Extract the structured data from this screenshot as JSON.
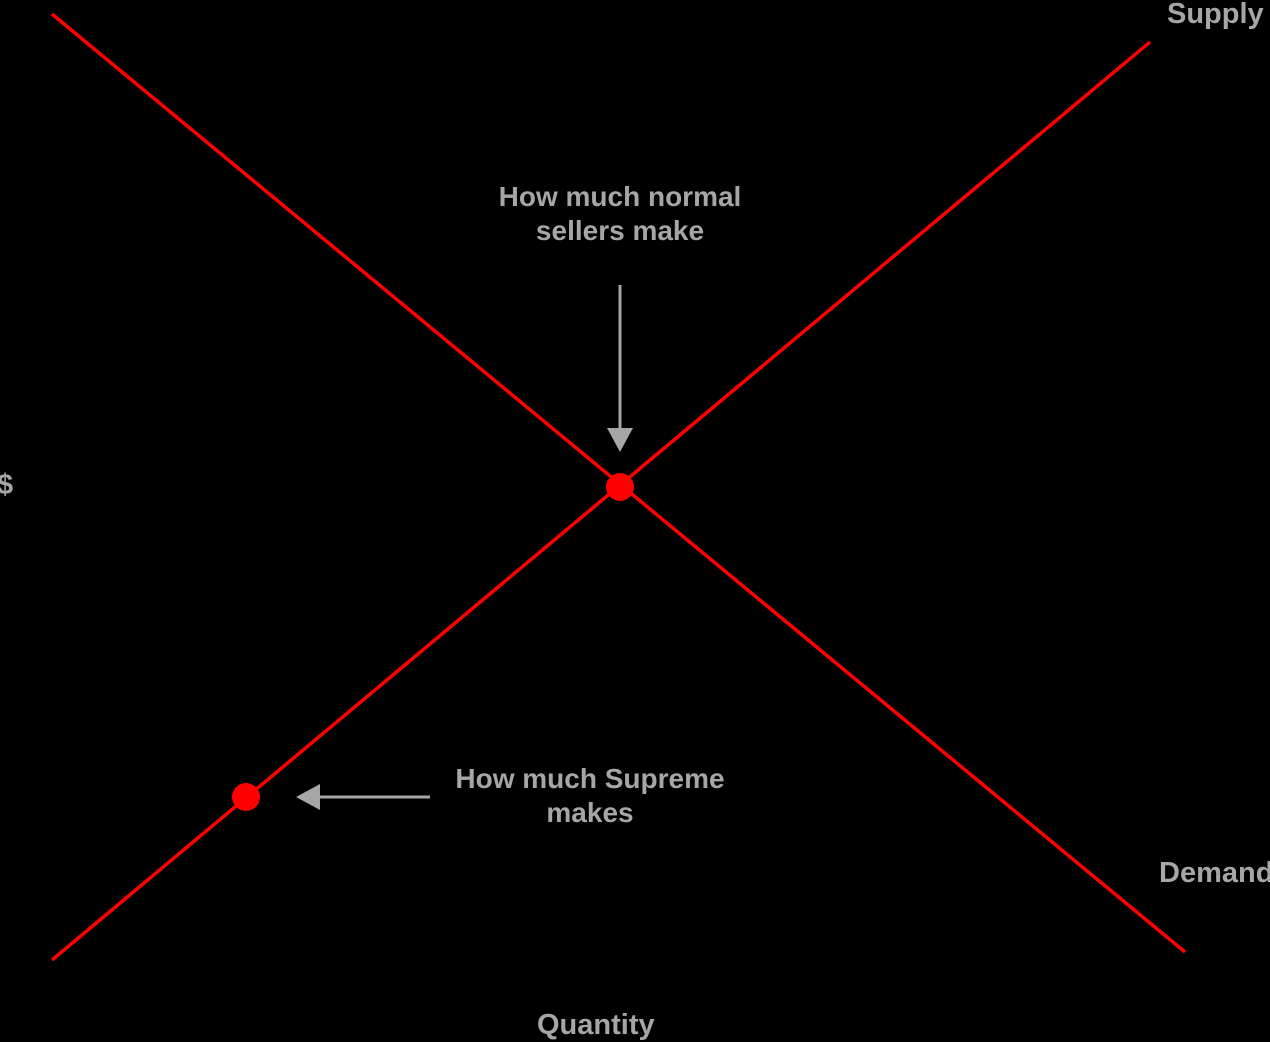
{
  "chart_data": {
    "type": "line",
    "title": "",
    "xlabel": "Quantity",
    "ylabel": "$",
    "background_color": "#000000",
    "curve_color": "#FF0000",
    "label_color": "#A6A6A6",
    "arrow_color": "#A6A6A6",
    "grid": false,
    "axes_visible": false,
    "legend_position": "inline-curve-ends",
    "series": [
      {
        "name": "Supply",
        "label": "Supply",
        "color": "#FF0000",
        "slope": "upward",
        "points": [
          {
            "x": 52,
            "y": 960
          },
          {
            "x": 1150,
            "y": 42
          }
        ]
      },
      {
        "name": "Demand",
        "label": "Demand",
        "color": "#FF0000",
        "slope": "downward",
        "points": [
          {
            "x": 52,
            "y": 14
          },
          {
            "x": 1185,
            "y": 952
          }
        ]
      }
    ],
    "markers": [
      {
        "name": "equilibrium-point",
        "label": "How much normal sellers make",
        "color": "#FF0000",
        "x": 620,
        "y": 487,
        "radius": 14
      },
      {
        "name": "supreme-point",
        "label": "How much Supreme makes",
        "color": "#FF0000",
        "x": 246,
        "y": 797,
        "radius": 14
      }
    ],
    "annotations": [
      {
        "id": "normal-sellers",
        "text": "How much normal sellers make",
        "line1": "How much normal",
        "line2": "sellers make",
        "arrow": {
          "direction": "down",
          "from_x": 620,
          "from_y": 285,
          "to_x": 620,
          "to_y": 452
        }
      },
      {
        "id": "supreme",
        "text": "How much Supreme makes",
        "line1": "How much",
        "line2": "Supreme makes",
        "arrow": {
          "direction": "left",
          "from_x": 430,
          "from_y": 797,
          "to_x": 296,
          "to_y": 797
        }
      }
    ]
  },
  "labels": {
    "y_axis": "$",
    "x_axis": "Quantity",
    "supply": "Supply",
    "demand": "Demand"
  },
  "annotations": {
    "normal_sellers": "How much normal sellers make",
    "supreme": "How much Supreme makes"
  }
}
